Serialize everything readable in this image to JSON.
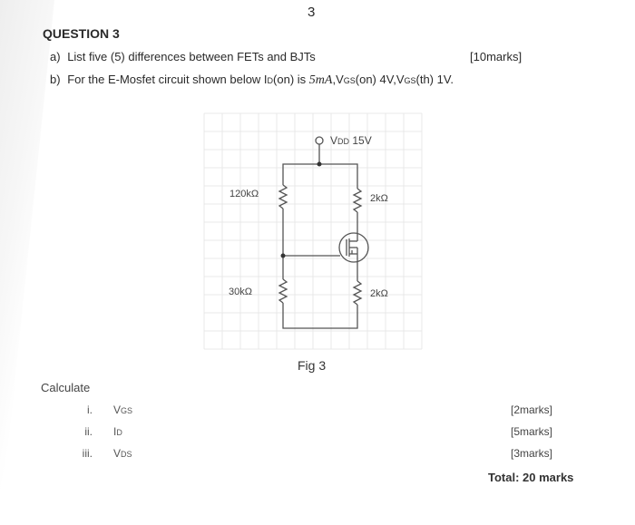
{
  "page": {
    "number": "3"
  },
  "question": {
    "title": "QUESTION 3",
    "part_a": {
      "label": "a)",
      "text": "List five (5) differences between FETs and BJTs",
      "marks": "[10marks]"
    },
    "part_b": {
      "label": "b)",
      "text_1": "For the E-Mosfet circuit shown below I",
      "sub_1": "D",
      "text_2": "(on) is ",
      "math_1": "5mA",
      "text_3": ",V",
      "sub_2": "GS",
      "text_4": "(on)  4V,V",
      "sub_3": "GS",
      "text_5": "(th) 1V."
    }
  },
  "figure": {
    "caption": "Fig 3",
    "supply": {
      "label": "V",
      "sub": "DD",
      "value": " 15V"
    },
    "resistors": {
      "r1": "120kΩ",
      "r2": "30kΩ",
      "rd": "2kΩ",
      "rs": "2kΩ"
    },
    "colors": {
      "wire": "#555555",
      "grid": "#e6e6e6"
    }
  },
  "calculate": {
    "heading": "Calculate",
    "items": [
      {
        "num": "i.",
        "symbol": "V",
        "sub": "GS",
        "marks": "[2marks]"
      },
      {
        "num": "ii.",
        "symbol": "I",
        "sub": "D",
        "marks": "[5marks]"
      },
      {
        "num": "iii.",
        "symbol": "V",
        "sub": "DS",
        "marks": "[3marks]"
      }
    ],
    "total": "Total: 20 marks"
  }
}
